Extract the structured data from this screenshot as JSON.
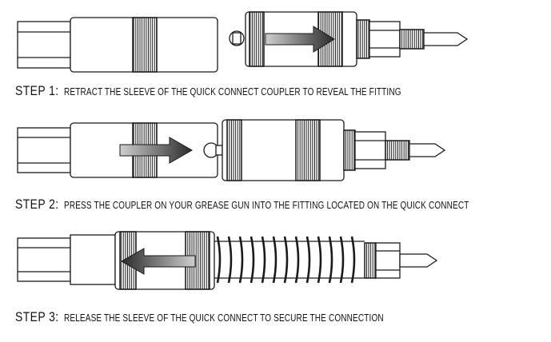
{
  "steps": [
    {
      "label": "STEP 1:",
      "text": "RETRACT THE SLEEVE OF THE QUICK CONNECT COUPLER TO REVEAL THE FITTING",
      "arrow_direction": "right"
    },
    {
      "label": "STEP 2:",
      "text": "PRESS THE COUPLER ON YOUR GREASE GUN INTO THE FITTING LOCATED ON THE QUICK CONNECT",
      "arrow_direction": "right"
    },
    {
      "label": "STEP 3:",
      "text": "RELEASE THE SLEEVE OF THE QUICK CONNECT TO SECURE THE CONNECTION",
      "arrow_direction": "left"
    }
  ],
  "colors": {
    "line": "#1a1a1a",
    "background": "#ffffff",
    "arrow_dark": "#2b2b2b",
    "arrow_light": "#c8c8c8"
  }
}
